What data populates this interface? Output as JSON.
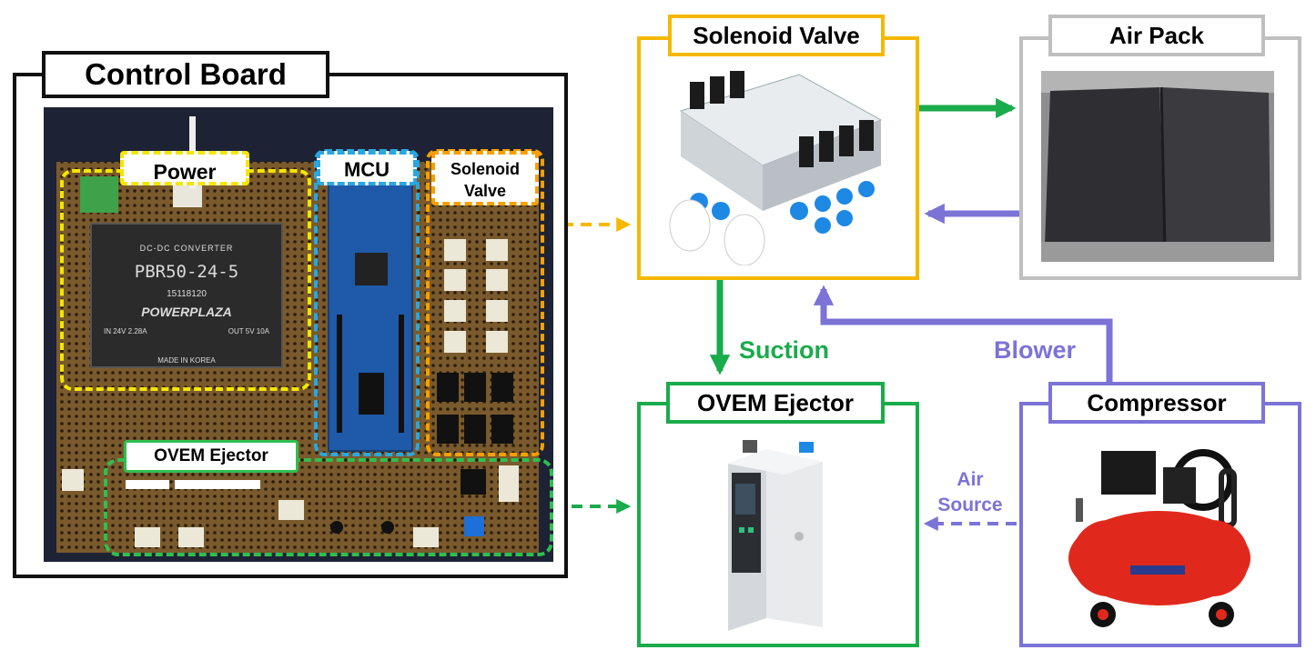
{
  "colors": {
    "black": "#111111",
    "yellow": "#f5b800",
    "gray": "#bfbfbf",
    "green": "#1aab4b",
    "purple": "#7b73d6",
    "blue": "#2aa7e0",
    "inner_green": "#2fbf4f",
    "power_yellow": "#f3e600",
    "board_bg": "#1e2235"
  },
  "control_board": {
    "title": "Control Board",
    "regions": {
      "power": "Power",
      "mcu": "MCU",
      "solenoid_line1": "Solenoid",
      "solenoid_line2": "Valve",
      "ovem": "OVEM Ejector"
    },
    "converter": {
      "line1": "DC-DC CONVERTER",
      "model": "PBR50-24-5",
      "serial": "15118120",
      "brand": "POWERPLAZA",
      "made_in": "MADE IN KOREA",
      "in_spec": "IN 24V 2.28A",
      "out_spec": "OUT 5V 10A"
    }
  },
  "nodes": {
    "solenoid_valve": {
      "title": "Solenoid Valve"
    },
    "air_pack": {
      "title": "Air Pack"
    },
    "ovem_ejector": {
      "title": "OVEM Ejector"
    },
    "compressor": {
      "title": "Compressor"
    }
  },
  "edges": {
    "suction": "Suction",
    "blower": "Blower",
    "air_source_line1": "Air",
    "air_source_line2": "Source"
  }
}
